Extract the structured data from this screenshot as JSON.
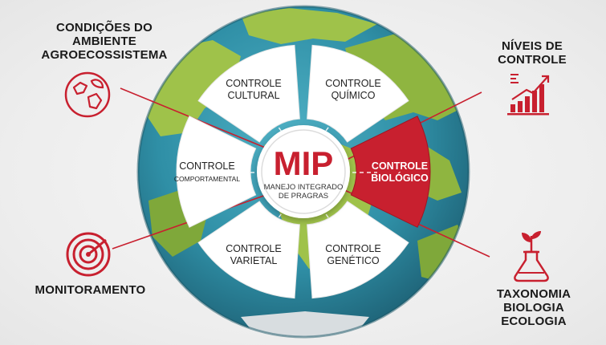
{
  "center": {
    "title": "MIP",
    "subtitle_line1": "MANEJO INTEGRADO",
    "subtitle_line2": "DE PRAGRAS"
  },
  "segments": [
    {
      "line1": "CONTROLE",
      "line2": "CULTURAL",
      "highlight": false
    },
    {
      "line1": "CONTROLE",
      "line2": "QUÍMICO",
      "highlight": false
    },
    {
      "line1": "CONTROLE",
      "line2": "BIOLÓGICO",
      "highlight": true
    },
    {
      "line1": "CONTROLE",
      "line2": "GENÉTICO",
      "highlight": false
    },
    {
      "line1": "CONTROLE",
      "line2": "VARIETAL",
      "highlight": false
    },
    {
      "line1": "CONTROLE",
      "line2": "COMPORTAMENTAL",
      "highlight": false
    }
  ],
  "corners": {
    "top_left": {
      "label": "CONDIÇÕES DO\nAMBIENTE\nAGROECOSSISTEMA",
      "icon": "eco-globe-icon"
    },
    "top_right": {
      "label": "NÍVEIS DE\nCONTROLE",
      "icon": "bar-chart-growth-icon"
    },
    "bottom_left": {
      "label": "MONITORAMENTO",
      "icon": "radar-icon"
    },
    "bottom_right": {
      "label": "TAXONOMIA\nBIOLOGIA\nECOLOGIA",
      "icon": "plant-flask-icon"
    }
  },
  "colors": {
    "accent_red": "#c8202f",
    "ocean": "#2f8fa6",
    "ocean_dark": "#1d5f73",
    "land": "#9fc24a",
    "land_dark": "#6f9a34",
    "segment_fill": "#ffffff",
    "text_dark": "#1a1a1a"
  }
}
